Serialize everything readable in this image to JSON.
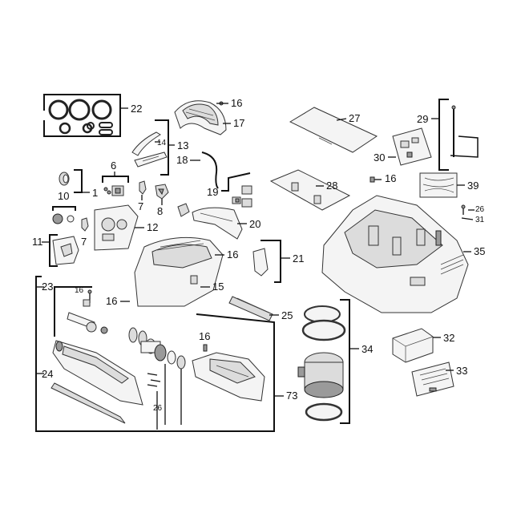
{
  "labels": {
    "l1": "1",
    "l6": "6",
    "l7a": "7",
    "l7b": "7",
    "l8": "8",
    "l10": "10",
    "l11": "11",
    "l12": "12",
    "l13": "13",
    "l14": "14",
    "l15": "15",
    "l16a": "16",
    "l16b": "16",
    "l16c": "16",
    "l16d": "16",
    "l16e": "16",
    "l16f": "16",
    "l17": "17",
    "l18": "18",
    "l19": "19",
    "l20": "20",
    "l21": "21",
    "l22": "22",
    "l23": "23",
    "l24": "24",
    "l25": "25",
    "l26a": "26",
    "l26b": "26",
    "l27": "27",
    "l28": "28",
    "l29": "29",
    "l30": "30",
    "l31": "31",
    "l32": "32",
    "l33": "33",
    "l34": "34",
    "l35": "35",
    "l39": "39",
    "l73": "73"
  }
}
